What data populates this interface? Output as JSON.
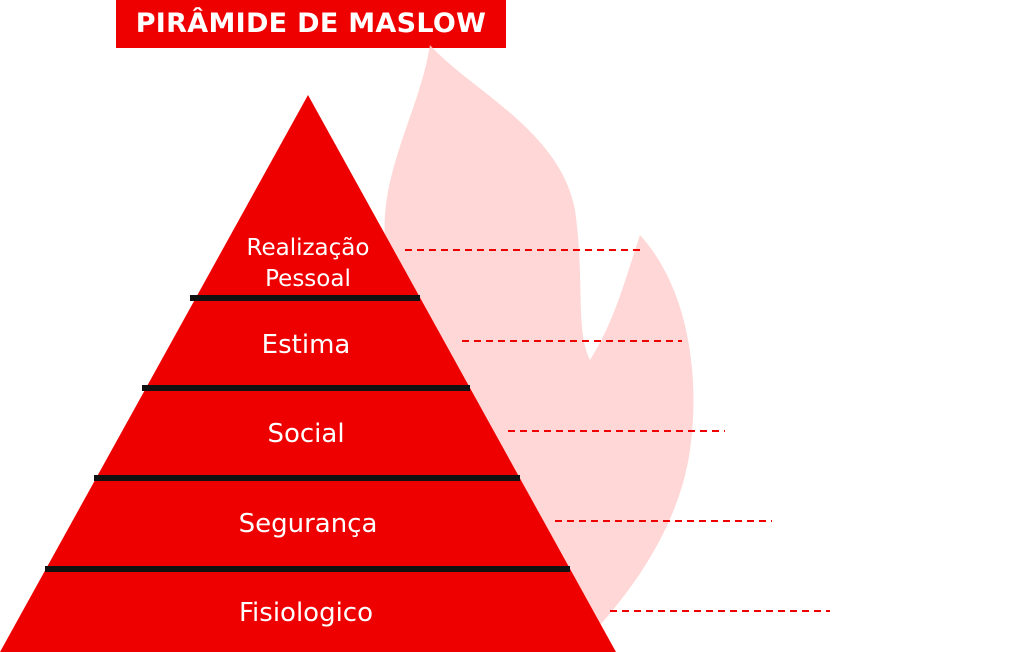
{
  "title": "PIRÂMIDE DE MASLOW",
  "colors": {
    "primary": "#ee0000",
    "separator": "#111111",
    "flame": "#ffd0d0",
    "dash": "#ee0000",
    "text": "#ffffff"
  },
  "levels": [
    {
      "label_line1": "Realização",
      "label_line2": "Pessoal"
    },
    {
      "label": "Estima"
    },
    {
      "label": "Social"
    },
    {
      "label": "Segurança"
    },
    {
      "label": "Fisiologico"
    }
  ]
}
